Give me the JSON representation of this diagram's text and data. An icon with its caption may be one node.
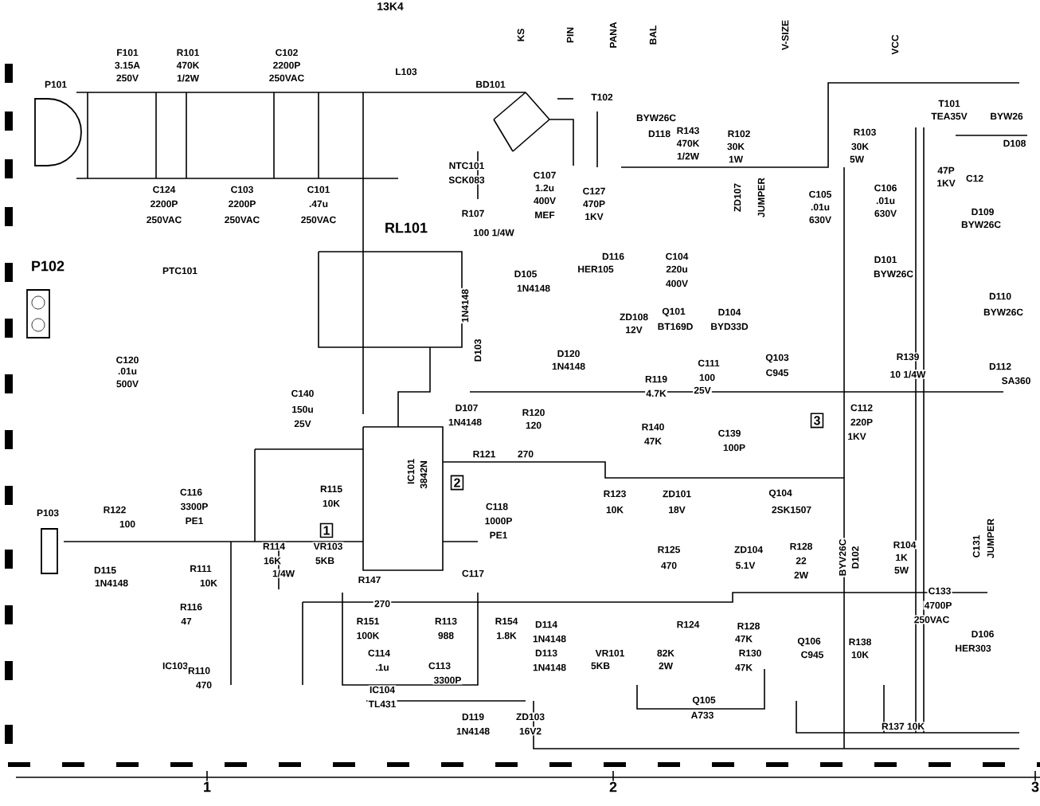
{
  "diagram": {
    "labels": [
      "13K4",
      "KS",
      "PIN",
      "PANA",
      "BAL",
      "V-SIZE",
      "VCC",
      "F101",
      "3.15A",
      "250V",
      "R101",
      "470K",
      "1/2W",
      "C102",
      "2200P",
      "250VAC",
      "L103",
      "P101",
      "BD101",
      "C124",
      "2200P",
      "250VAC",
      "C103",
      "2200P",
      "250VAC",
      "C101",
      ".47u",
      "250VAC",
      "RL101",
      "NTC101",
      "SCK083",
      "R107",
      "100 1/4W",
      "C107",
      "1.2u",
      "400V",
      "MEF",
      "T102",
      "BYW26C",
      "D118",
      "C127",
      "470P",
      "1KV",
      "R143",
      "470K",
      "1/2W",
      "R102",
      "30K",
      "1W",
      "ZD107",
      "JUMPER",
      "C105",
      ".01u",
      "630V",
      "R103",
      "30K",
      "5W",
      "C106",
      ".01u",
      "630V",
      "T101",
      "TEA35V",
      "BYW26",
      "D108",
      "47P",
      "1KV",
      "C12",
      "D109",
      "BYW26C",
      "D101",
      "BYW26C",
      "D110",
      "BYW26C",
      "D112",
      "SA360",
      "R139",
      "10 1/4W",
      "P102",
      "PTC101",
      "C120",
      ".01u",
      "500V",
      "D103",
      "1N4148",
      "D116",
      "HER105",
      "C104",
      "220u",
      "400V",
      "D105",
      "1N4148",
      "ZD108",
      "12V",
      "Q101",
      "BT169D",
      "D104",
      "BYD33D",
      "D120",
      "1N4148",
      "R119",
      "4.7K",
      "C111",
      "100",
      "25V",
      "Q103",
      "C945",
      "R140",
      "47K",
      "C139",
      "100P",
      "C140",
      "150u",
      "25V",
      "D107",
      "1N4148",
      "R120",
      "120",
      "R121",
      "270",
      "IC101",
      "3842N",
      "2",
      "1",
      "3",
      "R115",
      "10K",
      "P103",
      "R122",
      "100",
      "C116",
      "3300P",
      "PE1",
      "C118",
      "1000P",
      "PE1",
      "C112",
      "220P",
      "1KV",
      "R123",
      "10K",
      "ZD101",
      "18V",
      "Q104",
      "2SK1507",
      "D115",
      "1N4148",
      "R111",
      "10K",
      "R116",
      "47",
      "R114",
      "16K",
      "1/4W",
      "VR103",
      "5KB",
      "R147",
      "270",
      "C117",
      "IC103",
      "R110",
      "470",
      "R151",
      "100K",
      "C114",
      ".1u",
      "R113",
      "988",
      "R154",
      "1.8K",
      "C113",
      "3300P",
      "IC104",
      "TL431",
      "D119",
      "1N4148",
      "ZD103",
      "16V2",
      "R125",
      "470",
      "ZD104",
      "5.1V",
      "R128",
      "22",
      "2W",
      "D102",
      "BYV26C",
      "R104",
      "1K",
      "5W",
      "C131",
      "JUMPER",
      "C133",
      "4700P",
      "250VAC",
      "D106",
      "HER303",
      "D114",
      "1N4148",
      "D113",
      "1N4148",
      "VR101",
      "5KB",
      "R124",
      "82K",
      "2W",
      "R128",
      "47K",
      "R130",
      "47K",
      "Q105",
      "A733",
      "Q106",
      "C945",
      "R138",
      "10K",
      "R137 10K",
      "1",
      "2",
      "3"
    ]
  }
}
